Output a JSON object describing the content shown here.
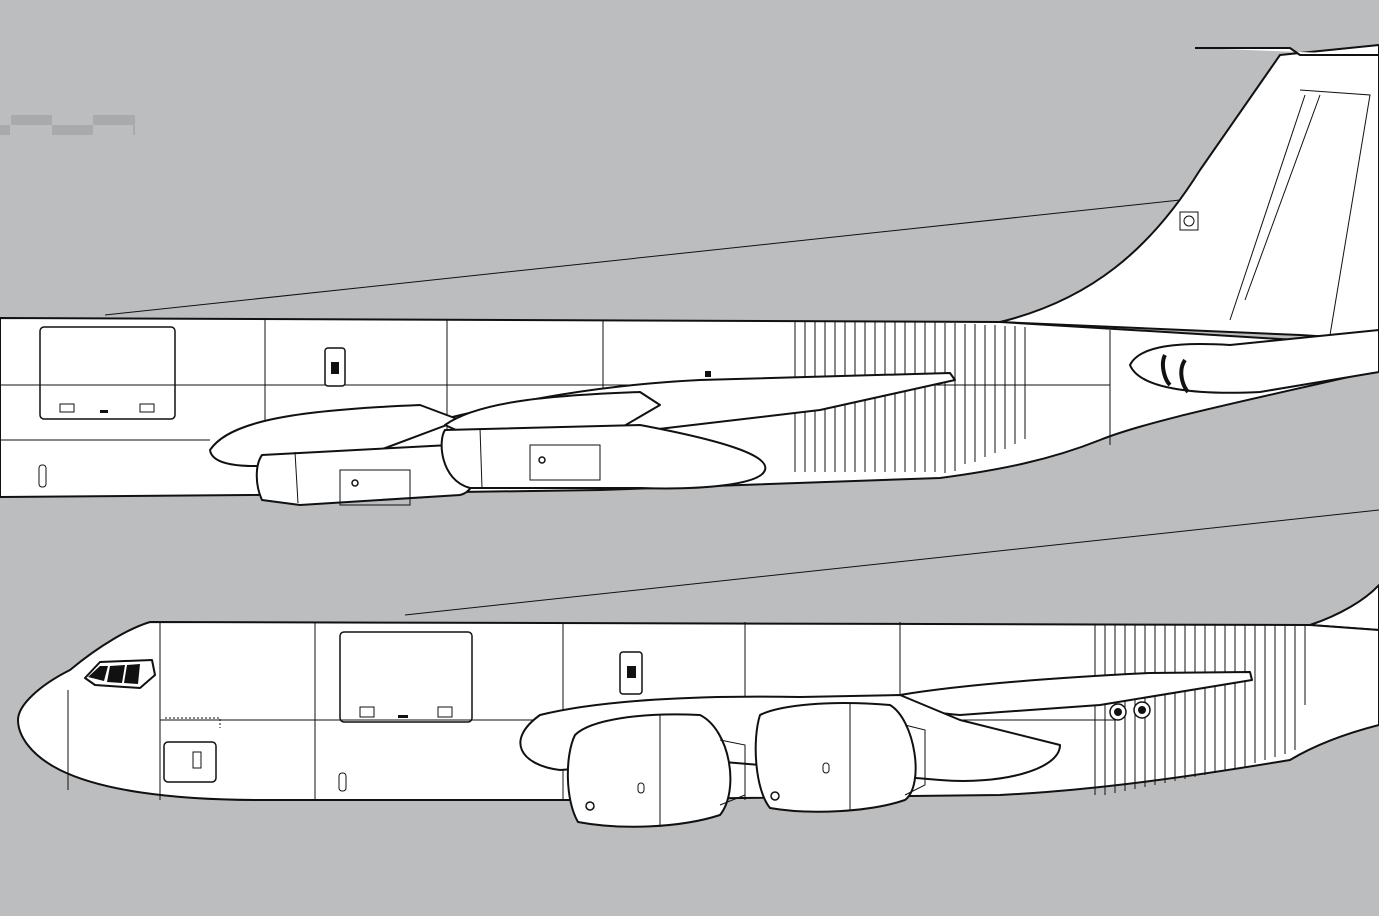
{
  "colors": {
    "background": "#bcbdbf",
    "aircraft_fill": "#ffffff",
    "outline": "#111111",
    "watermark": "#a9aaac"
  },
  "views": [
    {
      "id": "upper",
      "description_icon": "aircraft-side-view-rear"
    },
    {
      "id": "lower",
      "description_icon": "aircraft-side-view-front"
    }
  ]
}
